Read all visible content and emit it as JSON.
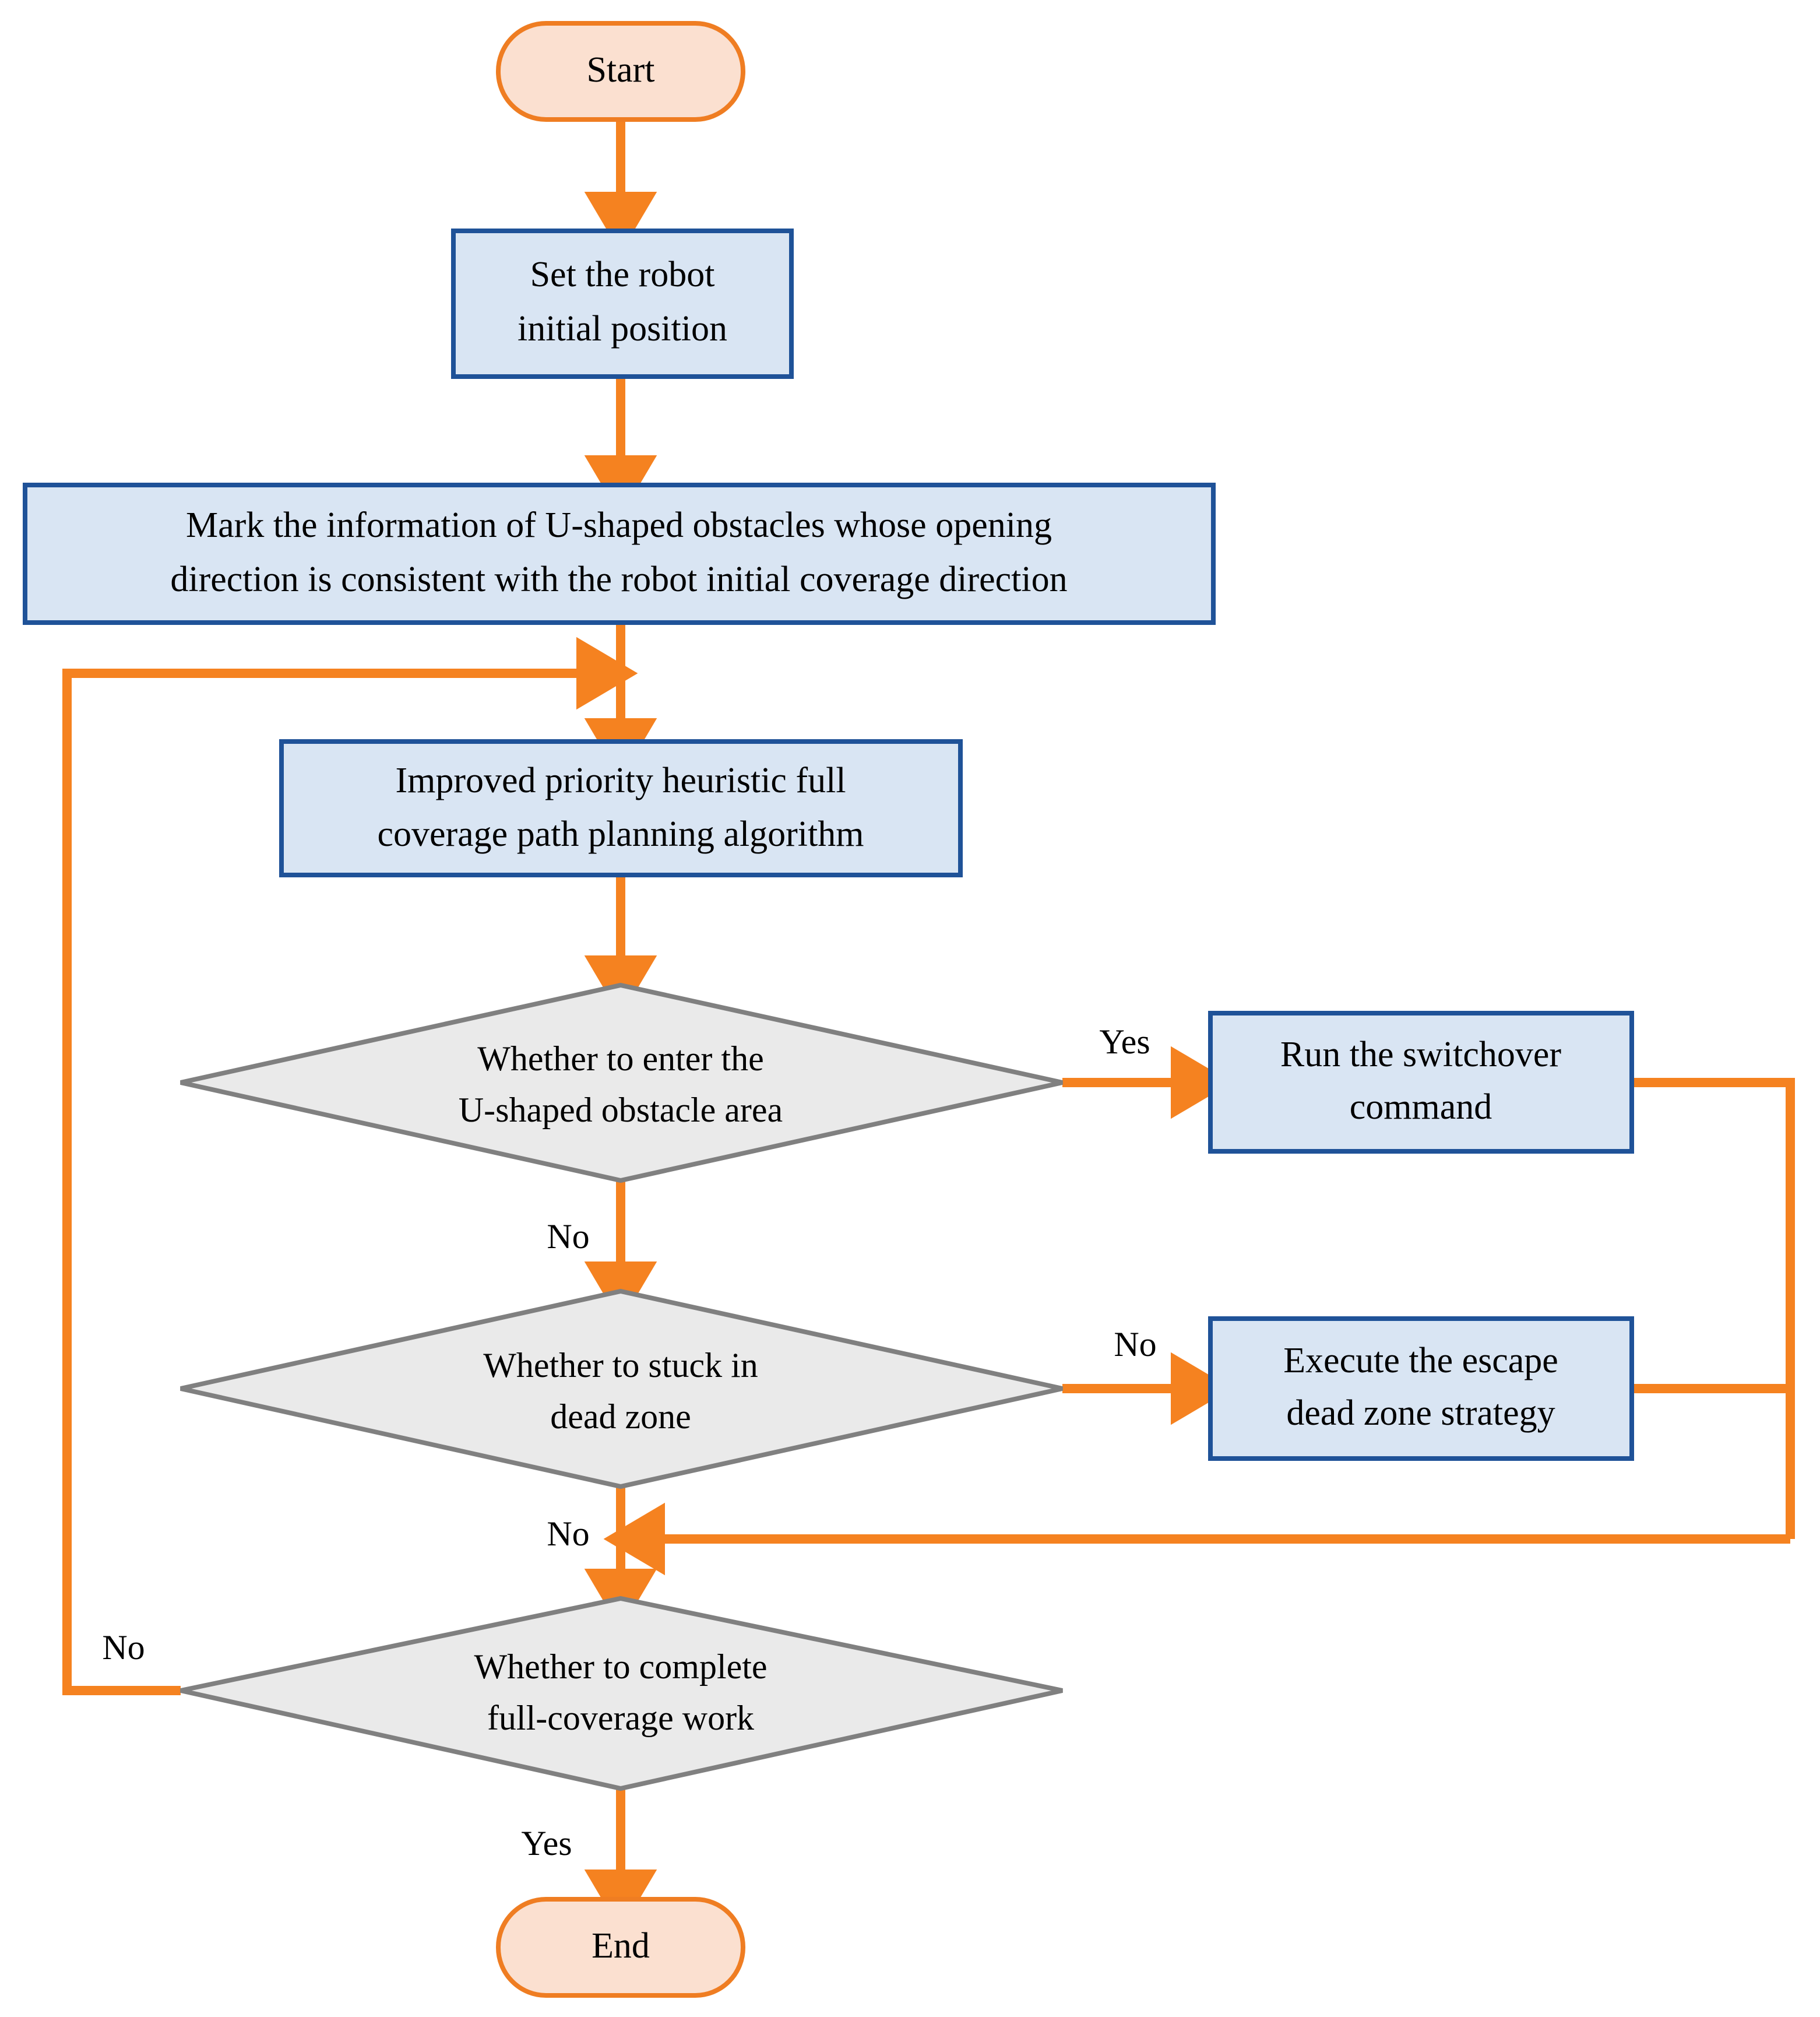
{
  "diagram": {
    "type": "flowchart",
    "orientation": "top-to-bottom",
    "colors": {
      "terminator_fill": "#fbe0d0",
      "terminator_stroke": "#ef7d22",
      "process_fill": "#d9e5f3",
      "process_stroke": "#1f5298",
      "decision_fill": "#eaeaea",
      "decision_stroke": "#808080",
      "connector": "#f58220",
      "text": "#000000",
      "background": "#ffffff"
    },
    "nodes": {
      "start": {
        "label": "Start",
        "shape": "terminator"
      },
      "set_position": {
        "line1": "Set the robot",
        "line2": "initial position",
        "shape": "process"
      },
      "mark_info": {
        "line1": "Mark the information of U-shaped obstacles whose opening",
        "line2": "direction is consistent with the robot initial coverage direction",
        "shape": "process"
      },
      "algorithm": {
        "line1": "Improved priority heuristic full",
        "line2": "coverage path planning algorithm",
        "shape": "process"
      },
      "decision_enter": {
        "line1": "Whether to enter the",
        "line2": "U-shaped obstacle area",
        "shape": "decision"
      },
      "switchover": {
        "line1": "Run the switchover",
        "line2": "command",
        "shape": "process"
      },
      "decision_stuck": {
        "line1": "Whether to stuck in",
        "line2": "dead zone",
        "shape": "decision"
      },
      "escape": {
        "line1": "Execute the escape",
        "line2": "dead zone strategy",
        "shape": "process"
      },
      "decision_complete": {
        "line1": "Whether to complete",
        "line2": "full-coverage work",
        "shape": "decision"
      },
      "end": {
        "label": "End",
        "shape": "terminator"
      }
    },
    "edge_labels": {
      "enter_yes": "Yes",
      "enter_no": "No",
      "stuck_no_right": "No",
      "stuck_no_down": "No",
      "complete_no": "No",
      "complete_yes": "Yes"
    }
  }
}
